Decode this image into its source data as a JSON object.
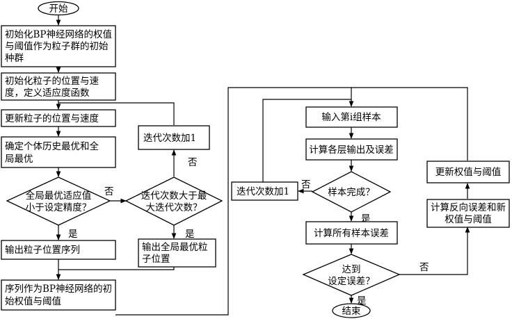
{
  "nodes": {
    "start": [
      "开始"
    ],
    "init_weights": [
      "初始化BP神经网络的权值",
      "与阈值作为粒子群的初始",
      "种群"
    ],
    "init_particles": [
      "初始化粒子的位置与速",
      "度，定义适应度函数"
    ],
    "update_particles": [
      "更新粒子的位置与速度"
    ],
    "determine_best": [
      "确定个体历史最优和全",
      "局最优"
    ],
    "fitness_check": [
      "全局最优适应值",
      "小于设定精度？"
    ],
    "iter_check": [
      "迭代次数大于最",
      "大迭代次数？"
    ],
    "iter_add_pso": [
      "迭代次数加1"
    ],
    "output_sequence": [
      "输出粒子位置序列"
    ],
    "output_global_best": [
      "输出全局最优粒",
      "子位置"
    ],
    "sequence_as_init": [
      "序列作为BP神经网络的初",
      "始权值与阈值"
    ],
    "input_sample": [
      "输入第i组样本"
    ],
    "compute_layers": [
      "计算各层输出及误差"
    ],
    "sample_done": [
      "样本完成？"
    ],
    "iter_add_bp": [
      "迭代次数加1"
    ],
    "compute_all_error": [
      "计算所有样本误差"
    ],
    "reach_error": [
      "达到",
      "设定误差？"
    ],
    "end": [
      "结束"
    ],
    "update_weights": [
      "更新权值与阈值"
    ],
    "compute_reverse": [
      "计算反向误差和新",
      "权值与阈值"
    ]
  },
  "edge_labels": {
    "fitness_no": "否",
    "fitness_yes": "是",
    "iter_no": "否",
    "iter_yes": "是",
    "sample_no": "否",
    "sample_yes": "是",
    "reach_no": "否",
    "reach_yes": "是"
  }
}
